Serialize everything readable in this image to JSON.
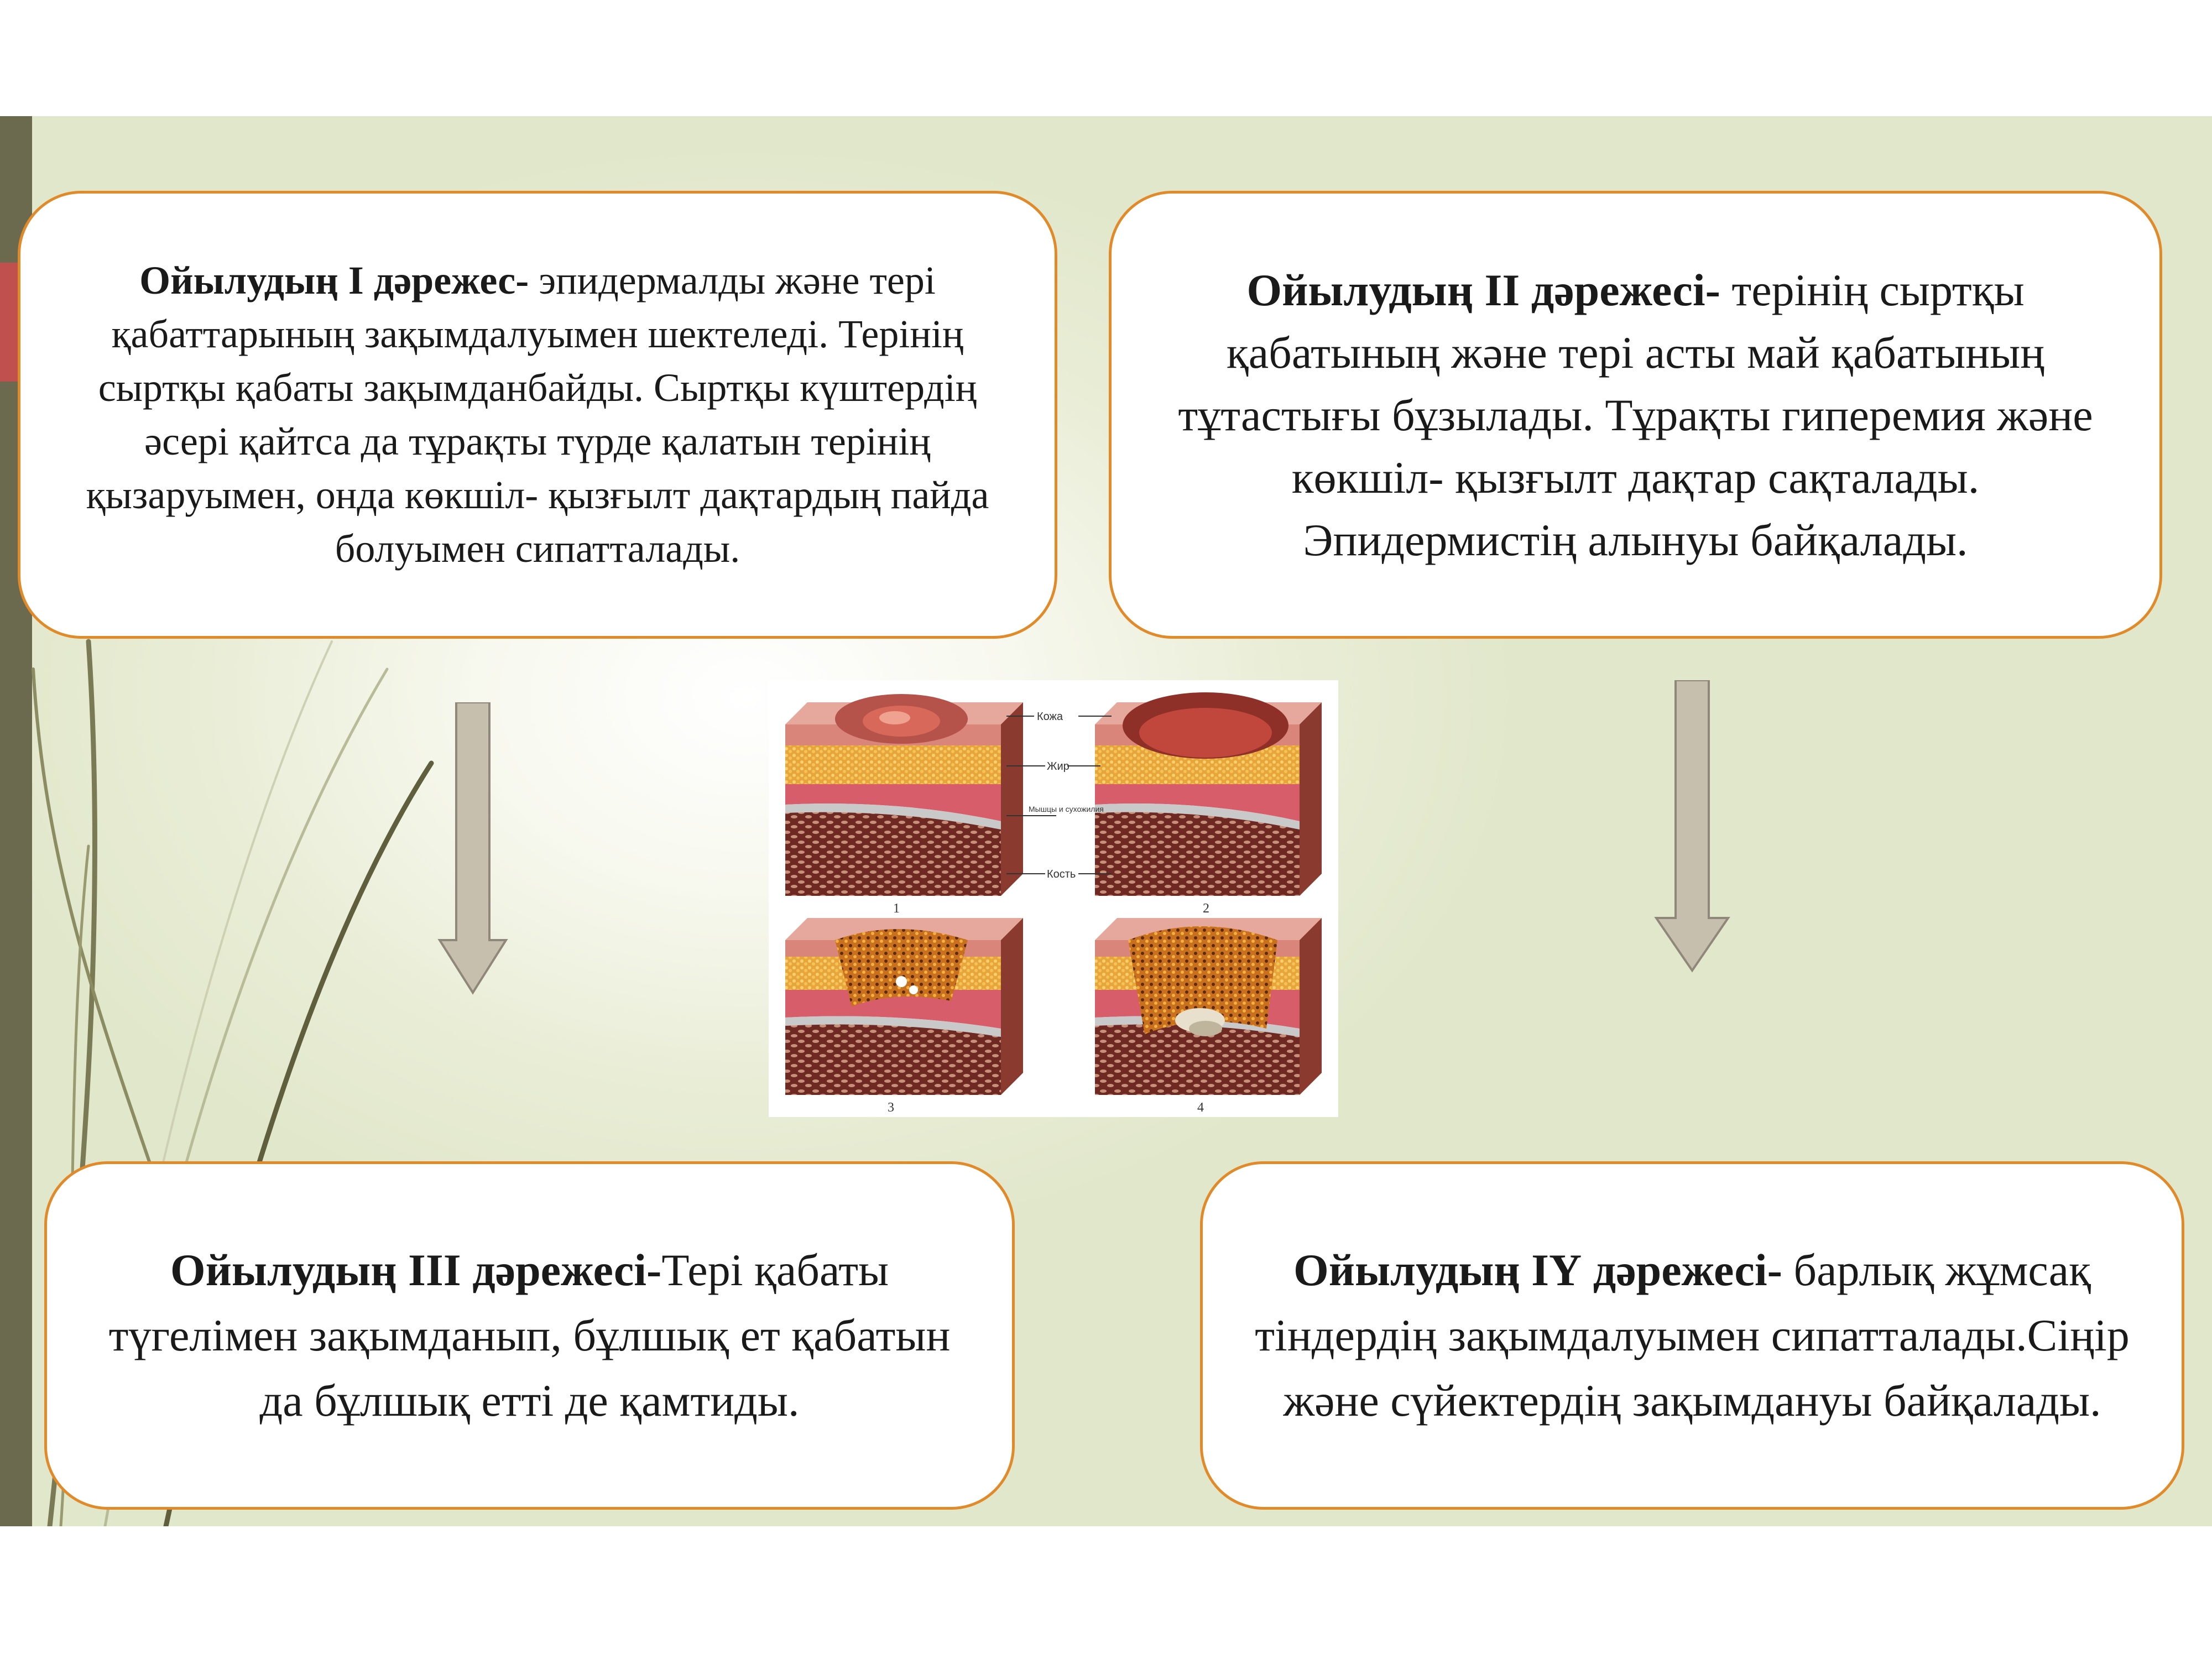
{
  "stages": [
    {
      "bold": "Ойылудың І дәрежес-",
      "text": " эпидермалды және тері қабаттарының зақымдалуымен шектеледі. Терінің сыртқы қабаты зақымданбайды. Сыртқы күштердің әсері қайтса да тұрақты түрде қалатын терінің қызаруымен, онда көкшіл- қызғылт дақтардың пайда болуымен сипатталады."
    },
    {
      "bold": "Ойылудың ІІ дәрежесі-",
      "text": " терінің сыртқы қабатының және тері асты май қабатының тұтастығы бұзылады. Тұрақты гиперемия және көкшіл- қызғылт дақтар сақталады. Эпидермистің алынуы байқалады."
    },
    {
      "bold": "Ойылудың ІІІ дәрежесі-",
      "text": "Тері қабаты түгелімен зақымданып, бұлшық ет қабатын да бұлшық етті де қамтиды."
    },
    {
      "bold": "Ойылудың ІҮ дәрежесі-",
      "text": " барлық жұмсақ тіндердің зақымдалуымен сипатталады.Сіңір және сүйектердің зақымдануы байқалады."
    }
  ],
  "figure": {
    "labels": {
      "skin": "Кожа",
      "fat": "Жир",
      "muscle": "Мышцы и сухожилия",
      "bone": "Кость"
    },
    "panel_numbers": [
      "1",
      "2",
      "3",
      "4"
    ]
  }
}
